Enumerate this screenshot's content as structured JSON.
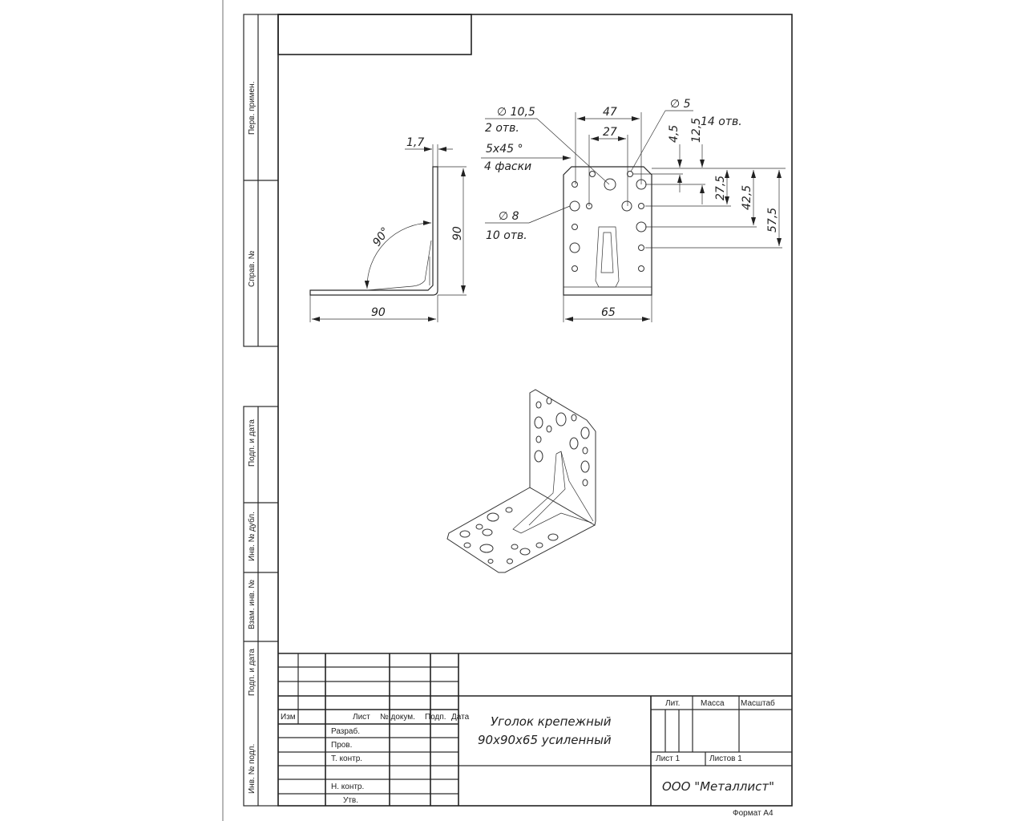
{
  "side_strip": {
    "perv_primen": "Перв. примен.",
    "sprav_no": "Справ. №",
    "podp_data_1": "Подп. и дата",
    "inv_dubl": "Инв. № дубл.",
    "vzam_inv": "Взам. инв. №",
    "podp_data_2": "Подп. и дата",
    "inv_podl": "Инв. № подл."
  },
  "side_view": {
    "thickness": "1,7",
    "height": "90",
    "width": "90",
    "angle": "90°"
  },
  "front_view": {
    "hole_large": "∅ 10,5",
    "hole_large_count": "2 отв.",
    "chamfer": "5x45 °",
    "chamfer_count": "4 фаски",
    "hole_mid": "∅ 8",
    "hole_mid_count": "10 отв.",
    "hole_small": "∅ 5",
    "hole_small_count": "14 отв.",
    "dim_47": "47",
    "dim_27": "27",
    "dim_65": "65",
    "dim_4_5": "4,5",
    "dim_12_5": "12,5",
    "dim_27_5": "27,5",
    "dim_42_5": "42,5",
    "dim_57_5": "57,5"
  },
  "title_block": {
    "izm": "Изм",
    "list": "Лист",
    "dokum": "№ докум.",
    "podp": "Подп.",
    "data": "Дата",
    "razrab": "Разраб.",
    "prov": "Пров.",
    "t_kontr": "Т. контр.",
    "n_kontr": "Н. контр.",
    "utv": "Утв.",
    "title_line1": "Уголок крепежный",
    "title_line2": "90x90x65 усиленный",
    "lit": "Лит.",
    "massa": "Масса",
    "masshtab": "Масштаб",
    "sheet": "Лист 1",
    "sheets": "Листов 1",
    "company": "ООО \"Металлист\"",
    "format": "Формат А4"
  }
}
